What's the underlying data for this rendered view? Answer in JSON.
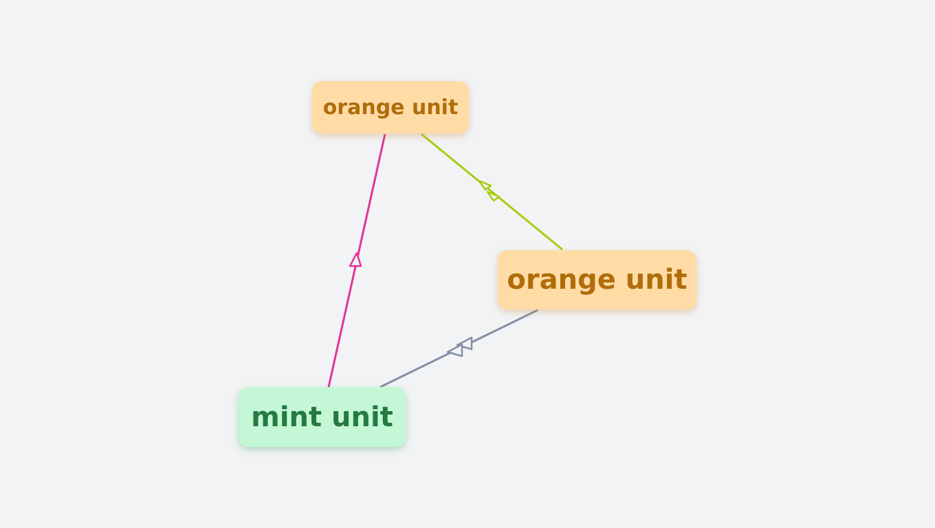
{
  "nodes": {
    "top": {
      "label": "orange unit",
      "kind": "orange"
    },
    "right": {
      "label": "orange unit",
      "kind": "orange"
    },
    "bottom": {
      "label": "mint unit",
      "kind": "mint"
    }
  },
  "edges": [
    {
      "from": "top",
      "to": "right",
      "color": "#a8cc10",
      "arrow": "double-open-triangle"
    },
    {
      "from": "right",
      "to": "bottom",
      "color": "#8390a6",
      "arrow": "double-open-triangle"
    },
    {
      "from": "bottom",
      "to": "top",
      "color": "#e0359a",
      "arrow": "open-triangle"
    }
  ],
  "colors": {
    "background": "#f2f3f5",
    "orange_fill": "#ffdca6",
    "orange_text": "#b06d0a",
    "mint_fill": "#c3f7d6",
    "mint_text": "#257a40"
  }
}
